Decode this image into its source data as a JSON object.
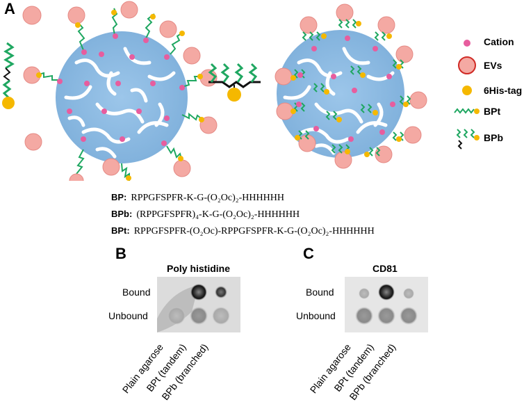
{
  "panel_labels": {
    "a": "A",
    "b": "B",
    "c": "C"
  },
  "legend": {
    "items": [
      {
        "label": "Cation",
        "icon": "cation-dot-icon"
      },
      {
        "label": "EVs",
        "icon": "ev-circle-icon"
      },
      {
        "label": "6His-tag",
        "icon": "his-tag-dot-icon"
      },
      {
        "label": "BPt",
        "icon": "bpt-linker-icon"
      },
      {
        "label": "BPb",
        "icon": "bpb-linker-icon"
      }
    ]
  },
  "sequences": [
    {
      "key": "BP:",
      "seq": "RPPGFSPFR-K-G-(O₂Oc)₂-HHHHHH"
    },
    {
      "key": "BPb:",
      "seq": "(RPPGFSPFR)₄-K-G-(O₂Oc)₂-HHHHHH"
    },
    {
      "key": "BPt:",
      "seq": "RPPGFSPFR-(O₂Oc)-RPPGFSPFR-K-G-(O₂Oc)₂-HHHHHH"
    }
  ],
  "blot_b": {
    "title": "Poly histidine",
    "row_labels": [
      "Bound",
      "Unbound"
    ],
    "col_labels": [
      "Plain agarose",
      "BPt (tandem)",
      "BPb (branched)"
    ]
  },
  "blot_c": {
    "title": "CD81",
    "row_labels": [
      "Bound",
      "Unbound"
    ],
    "col_labels": [
      "Plain agarose",
      "BPt (tandem)",
      "BPb (branched)"
    ]
  },
  "colors": {
    "ev_fill": "#f4a9a3",
    "ev_stroke": "#e05a55",
    "his_tag": "#f5b800",
    "cation": "#e75d9e",
    "linker_green": "#1fa761",
    "vesicle_blue": "#8dbbe3"
  }
}
